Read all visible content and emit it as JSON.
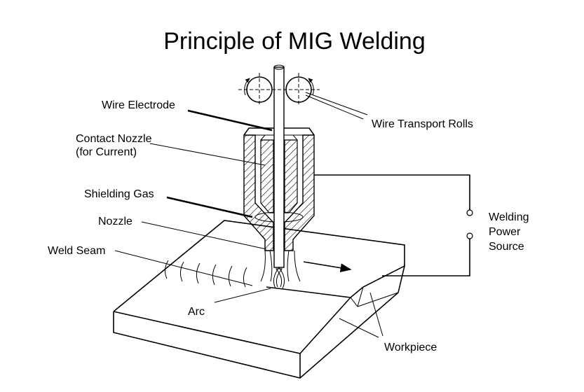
{
  "title": "Principle of MIG Welding",
  "labels": {
    "wire_electrode": "Wire Electrode",
    "contact_nozzle_1": "Contact Nozzle",
    "contact_nozzle_2": "(for Current)",
    "shielding_gas": "Shielding Gas",
    "nozzle": "Nozzle",
    "weld_seam": "Weld Seam",
    "arc": "Arc",
    "wire_transport_rolls": "Wire Transport Rolls",
    "welding_1": "Welding",
    "power": "Power",
    "source": "Source",
    "workpiece": "Workpiece"
  }
}
